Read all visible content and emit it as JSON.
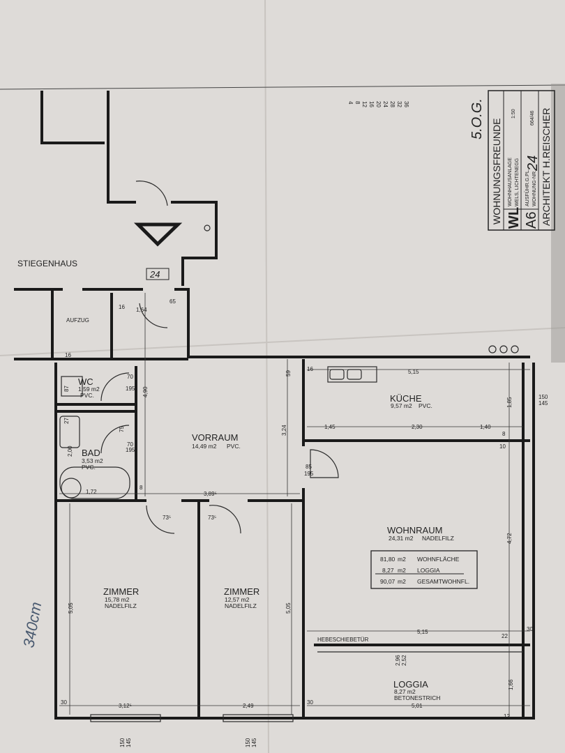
{
  "title_block": {
    "client": "WOHNUNGSFREUNDE",
    "logo": "WL",
    "project_line1": "WOHNHAUSANLAGE",
    "project_line2": "WELS, LICHTENEGG",
    "scale": "1:50",
    "plan_line1": "AUSFÜHR.G.PL.",
    "plan_line2": "WOHNUNG-NR.",
    "plan_code": "A6",
    "unit_number": "24",
    "drawing_no": "664/46",
    "architect": "ARCHITEKT H.REISCHER",
    "floor_note": "5.O.G."
  },
  "scale_numbers": [
    "4",
    "8",
    "12",
    "16",
    "20",
    "24",
    "28",
    "32",
    "36"
  ],
  "stairwell": {
    "label": "STIEGENHAUS",
    "elevator": "AUFZUG",
    "unit_marker": "24"
  },
  "rooms": [
    {
      "name": "WC",
      "area": "1,59 m2",
      "floor": "PVC."
    },
    {
      "name": "BAD",
      "area": "3,53 m2",
      "floor": "PVC."
    },
    {
      "name": "VORRAUM",
      "area": "14,49 m2",
      "floor": "PVC."
    },
    {
      "name": "KÜCHE",
      "area": "9,57 m2",
      "floor": "PVC."
    },
    {
      "name": "WOHNRAUM",
      "area": "24,31 m2",
      "floor": "NADELFILZ"
    },
    {
      "name": "ZIMMER",
      "area": "15,78 m2",
      "floor": "NADELFILZ"
    },
    {
      "name": "ZIMMER",
      "area": "12,57 m2",
      "floor": "NADELFILZ"
    },
    {
      "name": "LOGGIA",
      "area": "8,27 m2",
      "floor": "BETONESTRICH"
    }
  ],
  "area_summary": [
    {
      "value": "81,80",
      "unit": "m2",
      "label": "WOHNFLÄCHE"
    },
    {
      "value": "8,27",
      "unit": "m2",
      "label": "LOGGIA"
    },
    {
      "value": "90,07",
      "unit": "m2",
      "label": "GESAMTWOHNFL."
    }
  ],
  "door_label": "HEBESCHIEBETÜR",
  "handwritten_height": "340cm",
  "dimensions": {
    "kitchen_width": "5,15",
    "kitchen_seg1": "1,45",
    "kitchen_seg2": "2,30",
    "kitchen_seg3": "1,40",
    "kitchen_depth": "1,85",
    "living_depth": "4,72",
    "living_width": "5,15",
    "vorraum_height": "4,90",
    "vorraum_width": "3,89⁵",
    "vorraum_side": "3,24",
    "bad_width": "1,72",
    "zimmer1_width": "3,12⁵",
    "zimmer2_width": "2,49",
    "zimmer_height1": "5,05",
    "zimmer_height2": "5,05",
    "loggia_width": "5,01",
    "loggia_depth": "1,66",
    "door_2_96": "2,96",
    "door_2_52": "2,52",
    "window_150": "150",
    "window_145": "145",
    "entry_164": "1,64",
    "entry_65": "65",
    "d_16": "16",
    "d_30": "30",
    "d_22": "22",
    "d_12": "12",
    "d_8": "8",
    "d_10": "10",
    "d_70": "70",
    "d_195": "195",
    "d_85": "85",
    "d_73": "73⁵",
    "d_59": "59",
    "d_27": "27",
    "d_87": "87",
    "d_200": "2,00",
    "d_75": "75"
  }
}
